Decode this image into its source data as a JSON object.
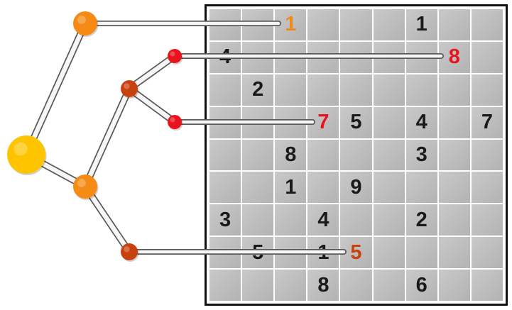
{
  "board": {
    "rows": [
      [
        "",
        "",
        "1",
        "",
        "",
        "",
        "1",
        "",
        ""
      ],
      [
        "4",
        "",
        "",
        "",
        "",
        "",
        "",
        "8",
        ""
      ],
      [
        "",
        "2",
        "",
        "",
        "",
        "",
        "",
        "",
        ""
      ],
      [
        "",
        "",
        "",
        "7",
        "5",
        "",
        "4",
        "",
        "7"
      ],
      [
        "",
        "",
        "8",
        "",
        "",
        "",
        "3",
        "",
        ""
      ],
      [
        "",
        "",
        "1",
        "",
        "9",
        "",
        "",
        "",
        ""
      ],
      [
        "3",
        "",
        "",
        "4",
        "",
        "",
        "2",
        "",
        ""
      ],
      [
        "",
        "5",
        "",
        "1",
        "5",
        "",
        "",
        "",
        ""
      ],
      [
        "",
        "",
        "",
        "8",
        "",
        "",
        "6",
        "",
        ""
      ]
    ],
    "highlights": [
      {
        "row": 0,
        "col": 2,
        "color": "#f08a1c"
      },
      {
        "row": 1,
        "col": 7,
        "color": "#e8131c"
      },
      {
        "row": 3,
        "col": 3,
        "color": "#e8131c"
      },
      {
        "row": 7,
        "col": 4,
        "color": "#c8420f"
      }
    ]
  },
  "graph": {
    "nodes": [
      {
        "id": "root",
        "color": "#ffc400"
      },
      {
        "id": "upper",
        "color": "#f58a14"
      },
      {
        "id": "branch",
        "color": "#c8420f"
      },
      {
        "id": "leaf-a",
        "color": "#e8131c"
      },
      {
        "id": "leaf-b",
        "color": "#e8131c"
      },
      {
        "id": "lower",
        "color": "#f58a14"
      },
      {
        "id": "leaf-c",
        "color": "#c8420f"
      }
    ],
    "edges": [
      [
        "root",
        "upper"
      ],
      [
        "root",
        "lower"
      ],
      [
        "lower",
        "branch"
      ],
      [
        "branch",
        "leaf-a"
      ],
      [
        "branch",
        "leaf-b"
      ],
      [
        "lower",
        "leaf-c"
      ]
    ],
    "links": [
      {
        "node": "upper",
        "row": 0,
        "col": 2
      },
      {
        "node": "leaf-a",
        "row": 1,
        "col": 7
      },
      {
        "node": "leaf-b",
        "row": 3,
        "col": 3
      },
      {
        "node": "leaf-c",
        "row": 7,
        "col": 4
      }
    ]
  }
}
